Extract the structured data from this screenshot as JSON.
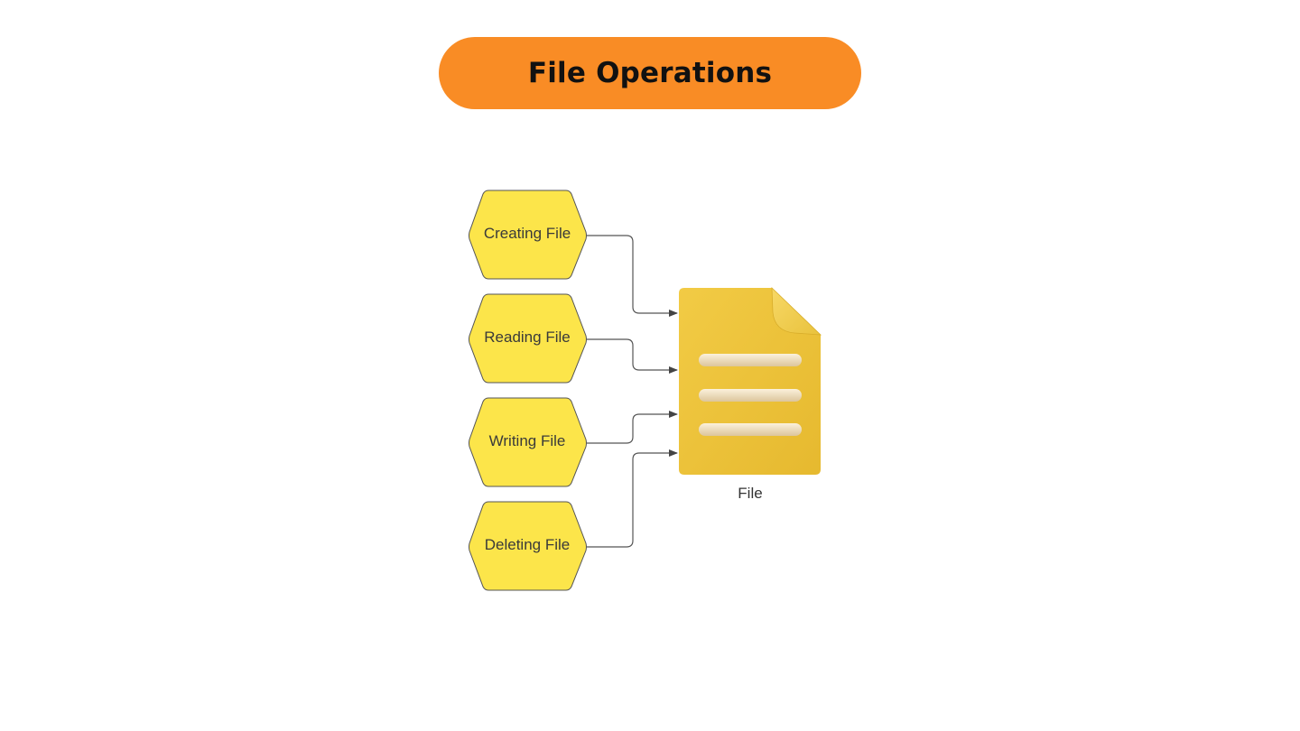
{
  "title": "File Operations",
  "colors": {
    "title_bg": "#f98c25",
    "hexagon_fill": "#fce54a",
    "hexagon_stroke": "#555555",
    "connector": "#555555",
    "file_body": "#eec43a",
    "file_lines": "#f1e2c4"
  },
  "operations": [
    {
      "label": "Creating File"
    },
    {
      "label": "Reading File"
    },
    {
      "label": "Writing File"
    },
    {
      "label": "Deleting File"
    }
  ],
  "target": {
    "label": "File",
    "icon": "document-icon"
  }
}
